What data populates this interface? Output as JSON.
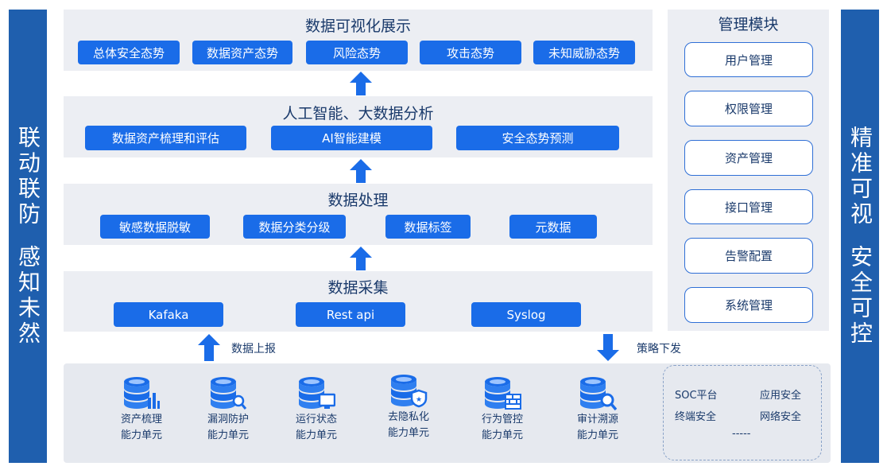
{
  "left_bar": {
    "line1": "联动联防",
    "line2": "感知未然"
  },
  "right_bar": {
    "line1": "精准可视",
    "line2": "安全可控"
  },
  "layers": {
    "viz": {
      "title": "数据可视化展示",
      "items": [
        "总体安全态势",
        "数据资产态势",
        "风险态势",
        "攻击态势",
        "未知威胁态势"
      ]
    },
    "ai": {
      "title": "人工智能、大数据分析",
      "items": [
        "数据资产梳理和评估",
        "AI智能建模",
        "安全态势预测"
      ]
    },
    "proc": {
      "title": "数据处理",
      "items": [
        "敏感数据脱敏",
        "数据分类分级",
        "数据标签",
        "元数据"
      ]
    },
    "collect": {
      "title": "数据采集",
      "items": [
        "Kafaka",
        "Rest api",
        "Syslog"
      ]
    }
  },
  "management": {
    "title": "管理模块",
    "items": [
      "用户管理",
      "权限管理",
      "资产管理",
      "接口管理",
      "告警配置",
      "系统管理"
    ]
  },
  "arrows": {
    "up_label": "数据上报",
    "down_label": "策略下发"
  },
  "units": [
    {
      "line1": "资产梳理",
      "line2": "能力单元",
      "icon": "database-chart-icon"
    },
    {
      "line1": "漏洞防护",
      "line2": "能力单元",
      "icon": "database-search-icon"
    },
    {
      "line1": "运行状态",
      "line2": "能力单元",
      "icon": "database-monitor-icon"
    },
    {
      "line1": "去隐私化",
      "line2": "能力单元",
      "icon": "database-shield-icon"
    },
    {
      "line1": "行为管控",
      "line2": "能力单元",
      "icon": "database-firewall-icon"
    },
    {
      "line1": "审计溯源",
      "line2": "能力单元",
      "icon": "database-magnifier-icon"
    }
  ],
  "platforms": {
    "a": "SOC平台",
    "b": "应用安全",
    "c": "终端安全",
    "d": "网络安全",
    "more": "-----"
  },
  "colors": {
    "bar": "#1f5fae",
    "button": "#1a6ce8",
    "panel": "#eceef3",
    "text": "#1a3a6b"
  }
}
